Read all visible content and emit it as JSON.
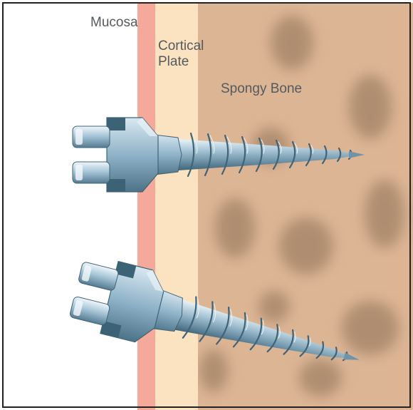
{
  "labels": {
    "mucosa": "Mucosa",
    "cortical_line1": "Cortical",
    "cortical_line2": "Plate",
    "spongy": "Spongy Bone"
  },
  "colors": {
    "mucosa": "#f4a99a",
    "cortical_plate": "#fbe2c0",
    "spongy_bone": "#dcb595",
    "bone_pores": "#a8876a",
    "screw_light": "#d4e4ee",
    "screw_mid": "#8fb3c8",
    "screw_dark": "#4d7389",
    "border": "#222222"
  },
  "screws": [
    {
      "name": "horizontal-mini-screw",
      "angle_deg": 0
    },
    {
      "name": "angled-mini-screw",
      "angle_deg": 14
    }
  ]
}
